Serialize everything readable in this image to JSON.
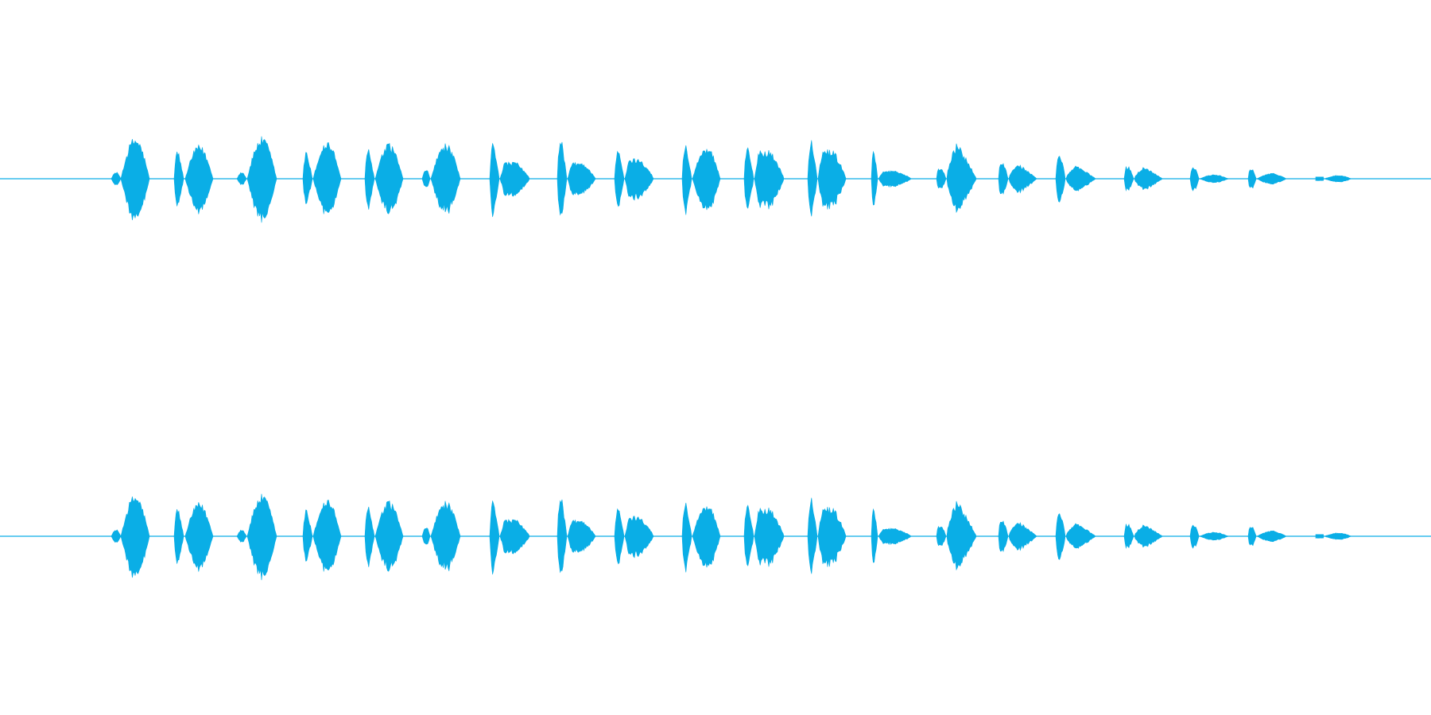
{
  "waveform": {
    "color": "#0aaee6",
    "channels": [
      {
        "id": "left"
      },
      {
        "id": "right"
      }
    ],
    "bursts": [
      {
        "shape": "A",
        "amp": 0.1
      },
      {
        "shape": "A",
        "amp": 0.62
      },
      {
        "shape": "B",
        "amp": 0.48
      },
      {
        "shape": "A",
        "amp": 0.5
      },
      {
        "shape": "A",
        "amp": 0.1
      },
      {
        "shape": "A",
        "amp": 0.62
      },
      {
        "shape": "B",
        "amp": 0.44
      },
      {
        "shape": "A",
        "amp": 0.56
      },
      {
        "shape": "B",
        "amp": 0.48
      },
      {
        "shape": "A",
        "amp": 0.52
      },
      {
        "shape": "A",
        "amp": 0.14
      },
      {
        "shape": "A",
        "amp": 0.52
      },
      {
        "shape": "B",
        "amp": 0.62
      },
      {
        "shape": "C",
        "amp": 0.25
      },
      {
        "shape": "B",
        "amp": 0.7
      },
      {
        "shape": "C",
        "amp": 0.24
      },
      {
        "shape": "B",
        "amp": 0.48
      },
      {
        "shape": "C",
        "amp": 0.3
      },
      {
        "shape": "B",
        "amp": 0.56
      },
      {
        "shape": "A",
        "amp": 0.48
      },
      {
        "shape": "B",
        "amp": 0.56
      },
      {
        "shape": "C",
        "amp": 0.42
      },
      {
        "shape": "B",
        "amp": 0.62
      },
      {
        "shape": "C",
        "amp": 0.44
      },
      {
        "shape": "B",
        "amp": 0.52
      },
      {
        "shape": "C",
        "amp": 0.12
      },
      {
        "shape": "C",
        "amp": 0.16
      },
      {
        "shape": "B",
        "amp": 0.54
      },
      {
        "shape": "C",
        "amp": 0.24
      },
      {
        "shape": "B",
        "amp": 0.22
      },
      {
        "shape": "C",
        "amp": 0.34
      },
      {
        "shape": "B",
        "amp": 0.2
      },
      {
        "shape": "C",
        "amp": 0.18
      },
      {
        "shape": "B",
        "amp": 0.18
      },
      {
        "shape": "C",
        "amp": 0.18
      },
      {
        "shape": "A",
        "amp": 0.06
      },
      {
        "shape": "C",
        "amp": 0.15
      },
      {
        "shape": "A",
        "amp": 0.08
      },
      {
        "shape": "D",
        "amp": 0.03
      },
      {
        "shape": "A",
        "amp": 0.05
      },
      {
        "shape": "D",
        "amp": 0.02
      }
    ]
  }
}
